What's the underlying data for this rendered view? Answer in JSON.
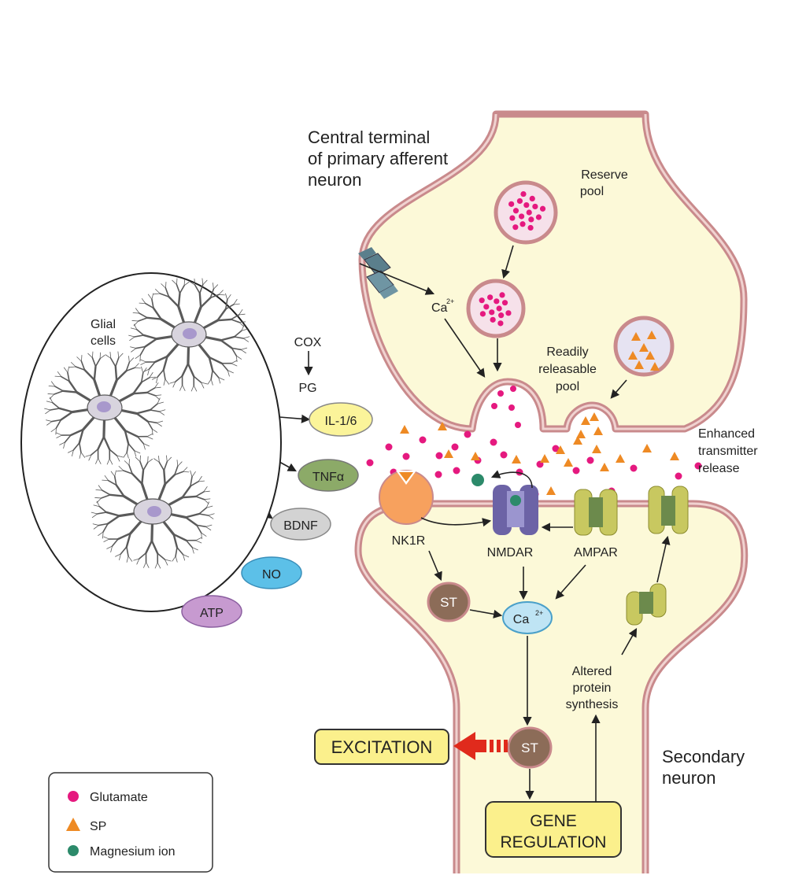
{
  "colors": {
    "membrane": "#c98a8c",
    "membrane_inner": "#f0d2d0",
    "cytoplasm": "#fcf9d8",
    "glutamate": "#e5197f",
    "sp": "#ee8a24",
    "magnesium": "#2c8a6a",
    "arrow": "#222222",
    "excitation_box": "#fbf08c",
    "red_arrow": "#e02a1c"
  },
  "labels": {
    "central_terminal_1": "Central terminal",
    "central_terminal_2": "of primary afferent",
    "central_terminal_3": "neuron",
    "reserve_1": "Reserve",
    "reserve_2": "pool",
    "ca_top": "Ca",
    "ca_top_sup": "2+",
    "readily_1": "Readily",
    "readily_2": "releasable",
    "readily_3": "pool",
    "enhanced_1": "Enhanced",
    "enhanced_2": "transmitter",
    "enhanced_3": "release",
    "glial_1": "Glial",
    "glial_2": "cells",
    "cox": "COX",
    "pg": "PG",
    "nk1r": "NK1R",
    "nmdar": "NMDAR",
    "ampar": "AMPAR",
    "st_1": "ST",
    "st_2": "ST",
    "ca_bottom": "Ca",
    "ca_bottom_sup": "2+",
    "altered_1": "Altered",
    "altered_2": "protein",
    "altered_3": "synthesis",
    "excitation": "EXCITATION",
    "gene_1": "GENE",
    "gene_2": "REGULATION",
    "secondary_1": "Secondary",
    "secondary_2": "neuron"
  },
  "mediators": [
    {
      "id": "il",
      "label": "IL-1/6",
      "color": "#fbf49a"
    },
    {
      "id": "tnf",
      "label": "TNFα",
      "color": "#8caa68"
    },
    {
      "id": "bdnf",
      "label": "BDNF",
      "color": "#d3d3d3"
    },
    {
      "id": "no",
      "label": "NO",
      "color": "#5cc0e8"
    },
    {
      "id": "atp",
      "label": "ATP",
      "color": "#c79ad0"
    }
  ],
  "legend": [
    {
      "label": "Glutamate",
      "shape": "circle",
      "color": "#e5197f"
    },
    {
      "label": "SP",
      "shape": "triangle",
      "color": "#ee8a24"
    },
    {
      "label": "Magnesium ion",
      "shape": "circle",
      "color": "#2c8a6a"
    }
  ]
}
